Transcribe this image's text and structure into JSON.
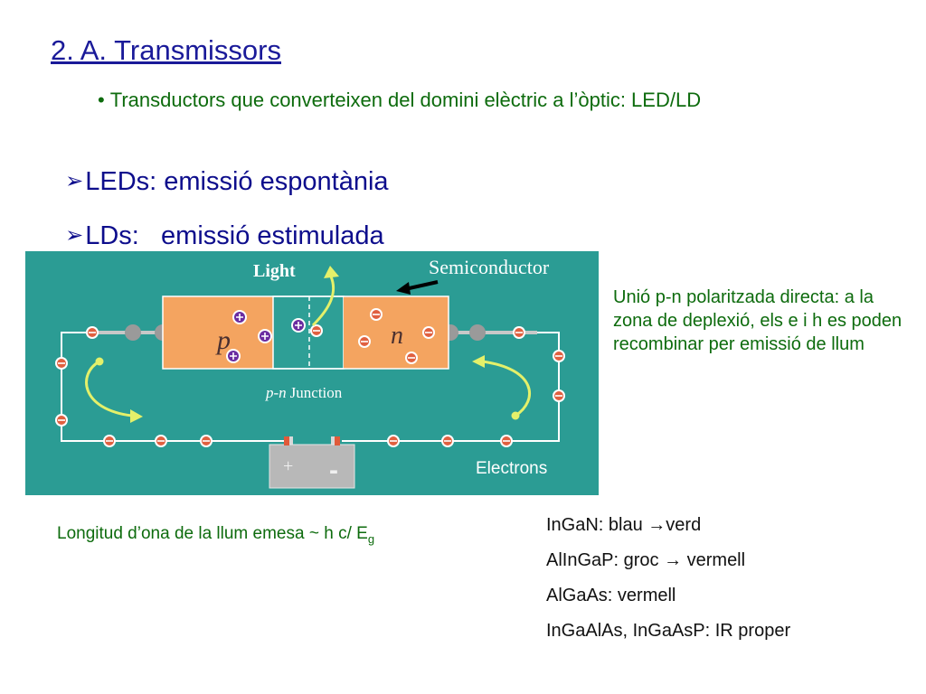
{
  "slide": {
    "title": "2. A. Transmissors",
    "bullet": "Transductors que converteixen del domini elèctric a l’òptic: LED/LD",
    "arrow_items": [
      {
        "label": "LEDs: emissió espontània"
      },
      {
        "label": "LDs:   emissió estimulada"
      }
    ],
    "diagram": {
      "light_label": "Light",
      "semiconductor_label": "Semiconductor",
      "p_label": "p",
      "n_label": "n",
      "junction_label": "p-n Junction",
      "electrons_label": "Electrons",
      "battery_plus": "+",
      "battery_minus": "-"
    },
    "side_note": "Unió p-n polaritzada directa: a la zona de deplexió, els e i h es poden recombinar per emissió de llum",
    "formula": {
      "text": "Longitud d’ona de la llum emesa ~ h c/ E",
      "subscript": "g"
    },
    "materials": [
      {
        "name": "InGaN: blau ",
        "arrow": "→",
        "rest": "verd"
      },
      {
        "name": "AlInGaP: groc ",
        "arrow": "→",
        "rest": " vermell"
      },
      {
        "name": "AlGaAs: vermell",
        "arrow": "",
        "rest": ""
      },
      {
        "name": "InGaAlAs, InGaAsP: IR proper",
        "arrow": "",
        "rest": ""
      }
    ],
    "colors": {
      "diagram_bg": "#2b9c94",
      "region": "#f4a460",
      "hole": "#7a3aa3",
      "electron": "#e26a4a",
      "light_arrow": "#e4f06a"
    }
  }
}
